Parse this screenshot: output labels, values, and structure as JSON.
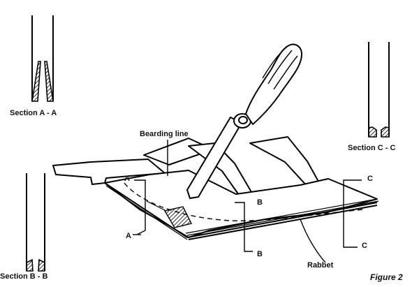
{
  "labels": {
    "section_aa": "Section A - A",
    "section_bb": "Section B - B",
    "section_cc": "Section C - C",
    "bearding_line": "Bearding line",
    "rabbet": "Rabbet",
    "figure": "Figure 2",
    "a_top": "A",
    "a_bottom": "A",
    "b_top": "B",
    "b_bottom": "B",
    "c_top": "C",
    "c_bottom": "C"
  }
}
